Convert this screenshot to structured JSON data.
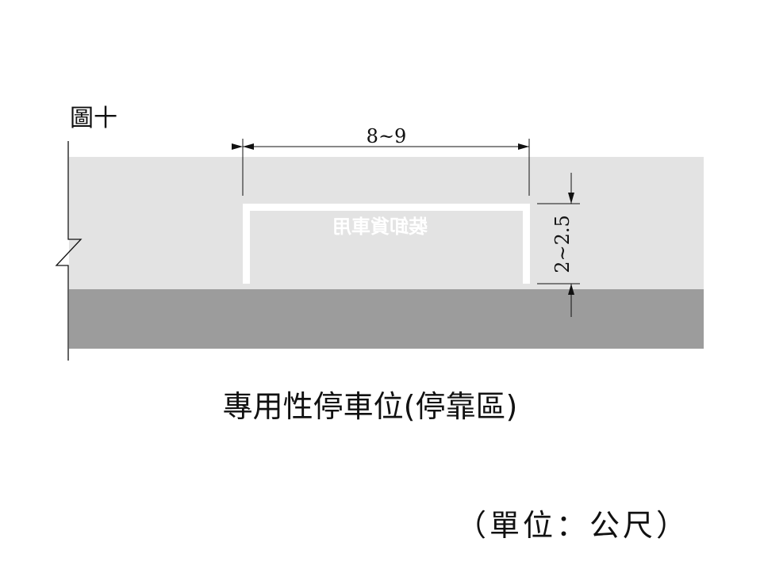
{
  "figure_label": "圖十",
  "diagram": {
    "width_dimension": "8~9",
    "depth_dimension": "2~2.5",
    "road_marking_text": "裝卸貨車用",
    "colors": {
      "lane": "#e3e3e3",
      "curb": "#9c9c9c",
      "marking": "#ffffff",
      "lines": "#111111"
    }
  },
  "caption": "專用性停車位(停靠區)",
  "unit_note": "（單位：公尺）"
}
